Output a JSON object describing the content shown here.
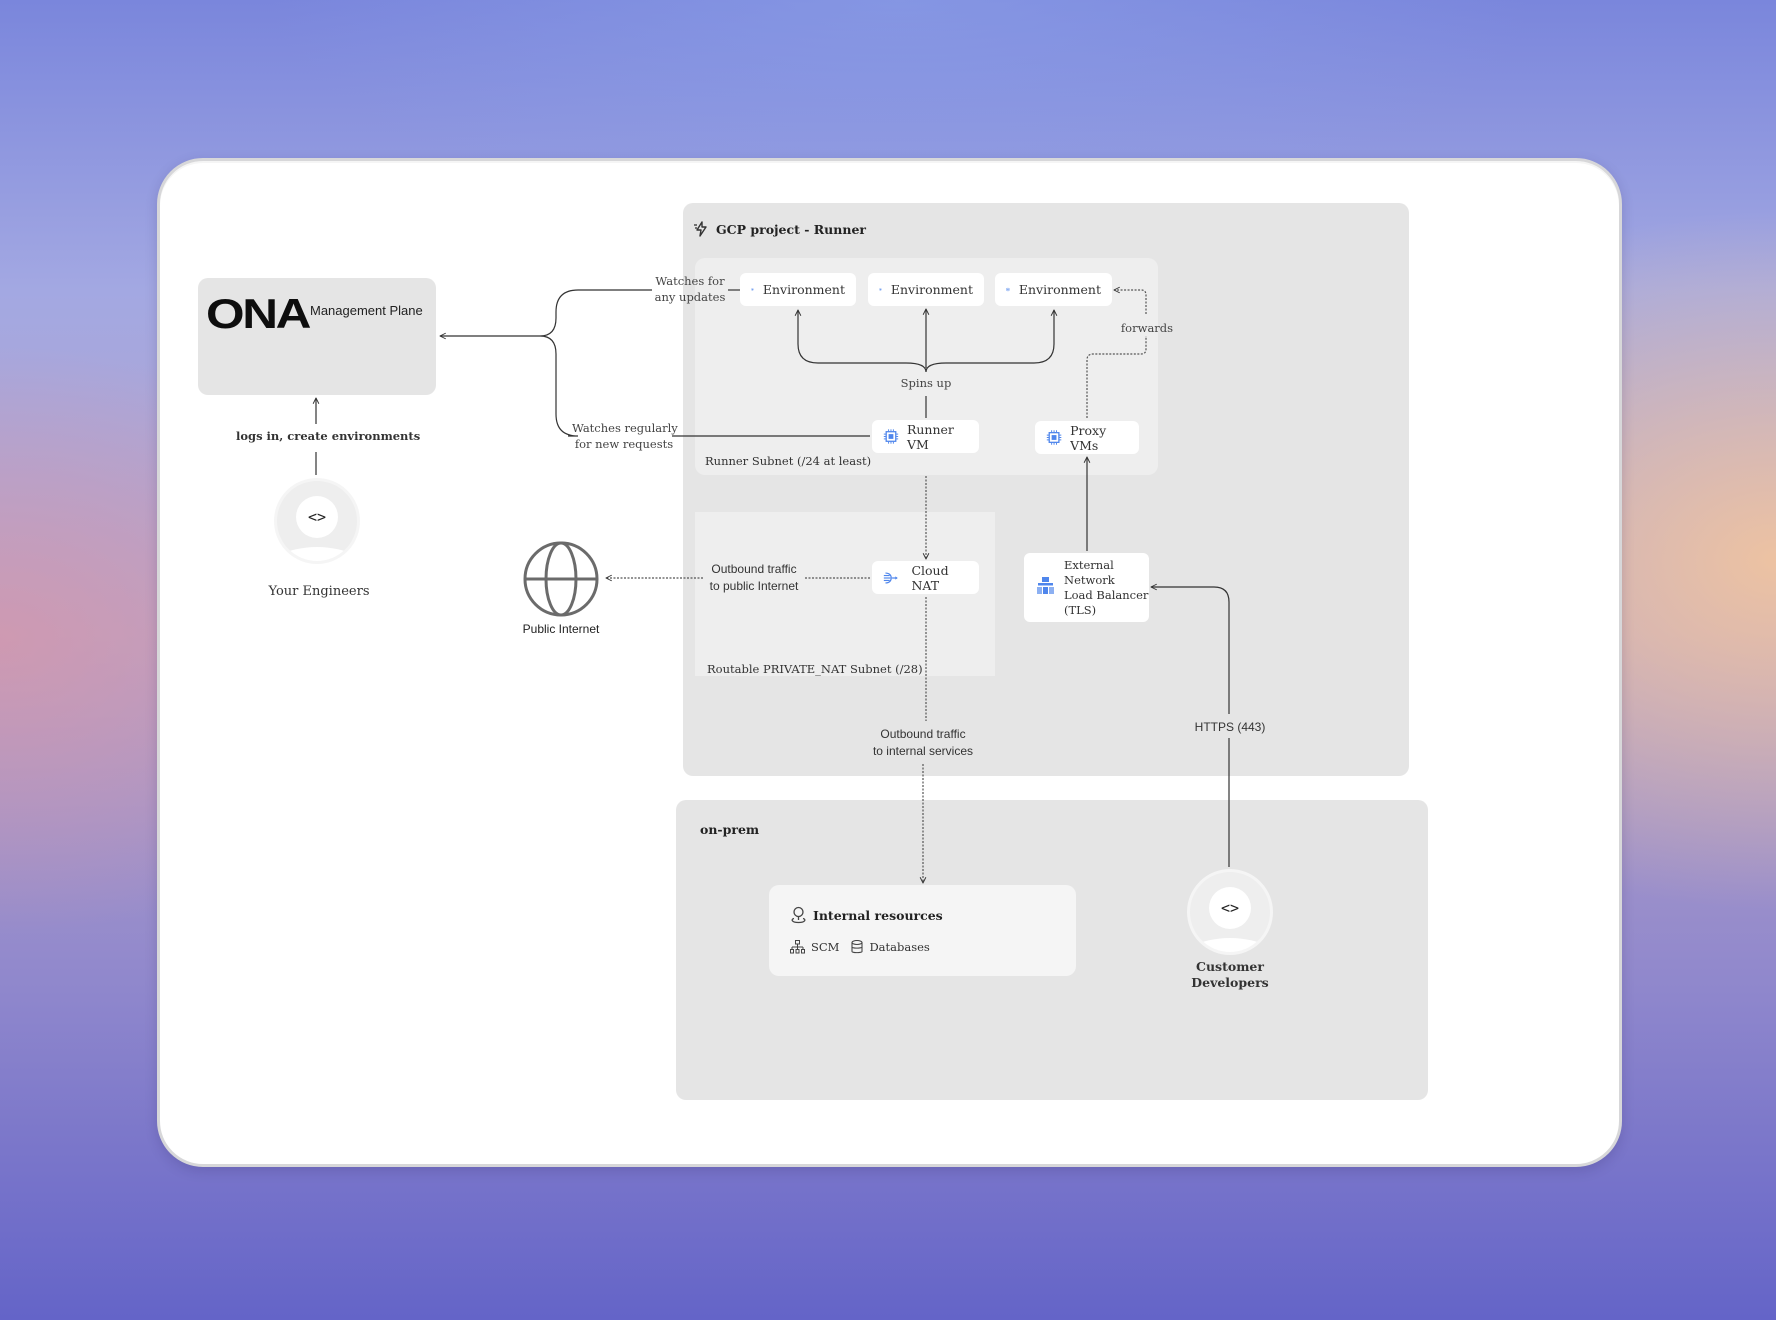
{
  "colors": {
    "accent_blue": "#4f86ec",
    "line": "#3a3a3a",
    "region_bg": "#e5e5e5",
    "subnet_bg": "#eeeeee"
  },
  "management_plane": {
    "logo_text": "ONA",
    "label": "Management Plane"
  },
  "engineers": {
    "icon": "code-brackets-icon",
    "label": "Your Engineers",
    "edge_label": "logs in, create environments"
  },
  "gcp": {
    "icon": "gcp-lightning-icon",
    "title": "GCP project - Runner",
    "runner_subnet": {
      "label": "Runner Subnet (/24 at least)",
      "environments": [
        {
          "label": "Environment",
          "icon": "vm-chip-icon"
        },
        {
          "label": "Environment",
          "icon": "vm-chip-icon"
        },
        {
          "label": "Environment",
          "icon": "vm-chip-icon"
        }
      ],
      "runner_vm": {
        "label": "Runner VM",
        "icon": "vm-chip-icon"
      },
      "proxy_vms": {
        "label": "Proxy VMs",
        "icon": "vm-chip-icon"
      },
      "spins_up_label": "Spins up",
      "forwards_label": "forwards"
    },
    "nat_subnet": {
      "label": "Routable PRIVATE_NAT Subnet (/28)",
      "cloud_nat": {
        "label": "Cloud NAT",
        "icon": "cloud-nat-icon"
      },
      "outbound_public_label": [
        "Outbound traffic",
        "to public Internet"
      ]
    },
    "load_balancer": {
      "icon": "load-balancer-icon",
      "lines": [
        "External",
        "Network",
        "Load Balancer",
        "(TLS)"
      ]
    },
    "outbound_internal_label": [
      "Outbound traffic",
      "to internal services"
    ],
    "https_label": "HTTPS (443)"
  },
  "edges": {
    "watches_updates": [
      "Watches for",
      "any updates"
    ],
    "watches_requests": [
      "Watches regularly",
      "for new requests"
    ]
  },
  "public_internet": {
    "icon": "globe-icon",
    "label": "Public Internet"
  },
  "on_prem": {
    "title": "on-prem",
    "internal_resources": {
      "icon": "location-pin-icon",
      "title": "Internal resources",
      "items": [
        {
          "label": "SCM",
          "icon": "sitemap-icon"
        },
        {
          "label": "Databases",
          "icon": "database-icon"
        }
      ]
    },
    "customer_developers": {
      "icon": "code-brackets-icon",
      "lines": [
        "Customer",
        "Developers"
      ]
    }
  }
}
